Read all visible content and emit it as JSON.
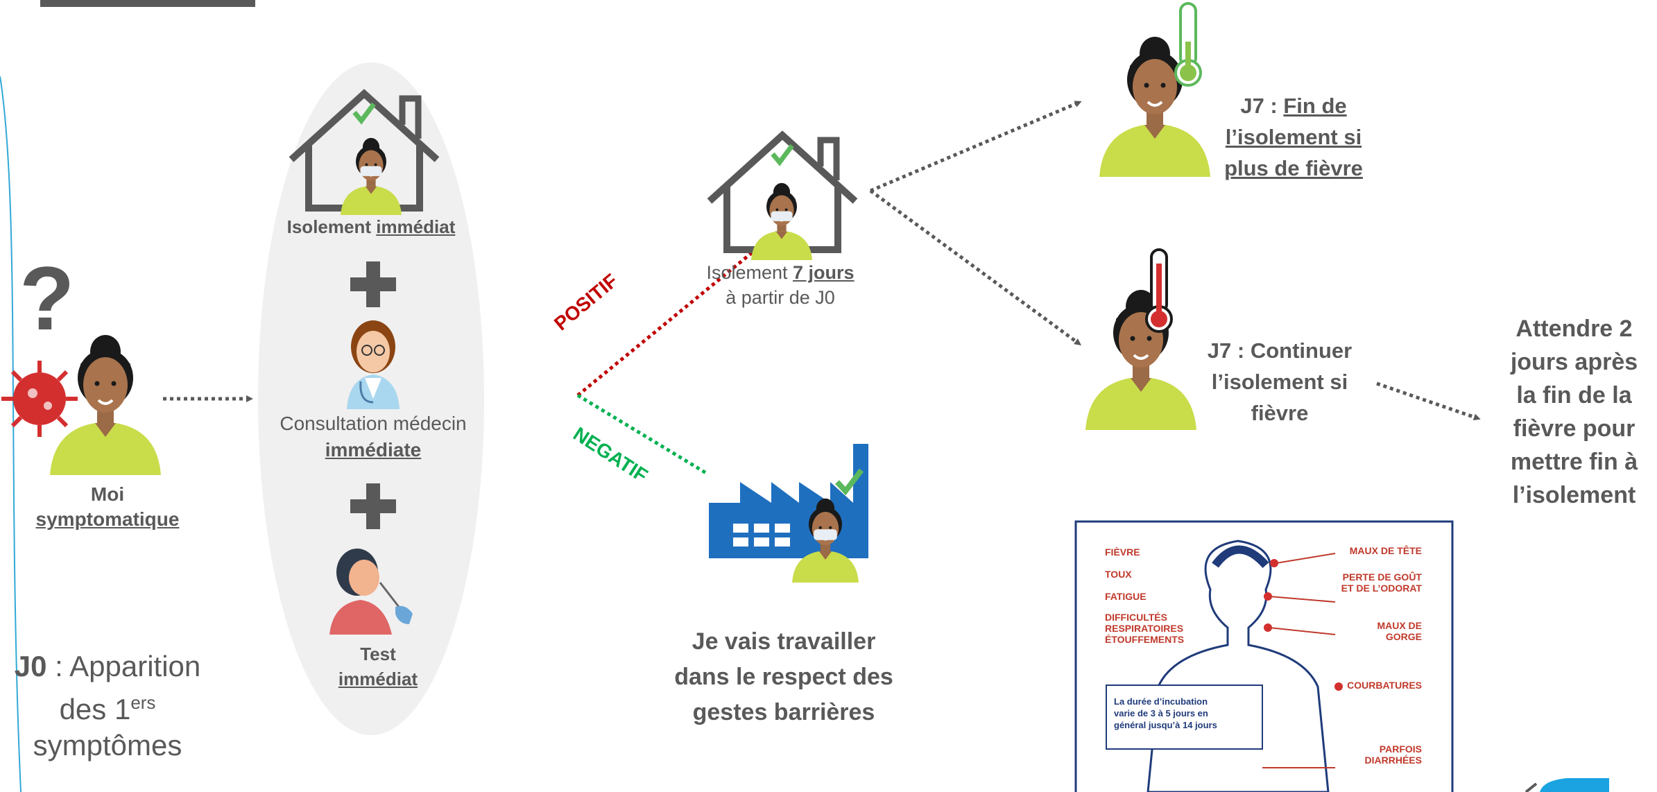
{
  "colors": {
    "gray": "#595959",
    "oval": "#f0f0f0",
    "yellow": "#c9dc4a",
    "positive": "#c00000",
    "negative": "#00b050",
    "virus": "#d32f2f",
    "blue": "#1f6fbf",
    "check": "#5cb85c"
  },
  "person_me": {
    "label_bold": "Moi",
    "label_under": "symptomatique"
  },
  "j0": {
    "bold": "J0",
    "text": " : Apparition",
    "line2": "des 1",
    "sup": "ers",
    "line3": "symptômes"
  },
  "steps": {
    "isolement": {
      "text": "Isolement ",
      "under": "immédiat"
    },
    "consultation": {
      "line1": "Consultation médecin",
      "under": "immédiate"
    },
    "test": {
      "line1": "Test",
      "under": "immédiat"
    }
  },
  "branches": {
    "positive": "POSITIF",
    "negative": "NEGATIF"
  },
  "isolation7": {
    "line1a": "Isolement ",
    "line1b": "7 jours",
    "line2": "à partir de J0"
  },
  "work": {
    "line1": "Je vais travailler",
    "line2": "dans le respect des",
    "line3": "gestes barrières"
  },
  "j7_end": {
    "bold": "J7",
    "sep": " : ",
    "l1": "Fin de",
    "l2": "l’isolement si",
    "l3": "plus de fièvre"
  },
  "j7_continue": {
    "bold": "J7",
    "l1": " : Continuer",
    "l2": "l’isolement si",
    "l3": "fièvre"
  },
  "wait": {
    "l1": "Attendre 2",
    "l2": "jours après",
    "l3": "la fin de la",
    "l4": "fièvre pour",
    "l5": "mettre fin à",
    "l6": "l’isolement"
  },
  "symptoms": {
    "left": [
      "FIÈVRE",
      "TOUX",
      "FATIGUE",
      "DIFFICULTÉS",
      "RESPIRATOIRES",
      "ÉTOUFFEMENTS"
    ],
    "right": [
      "MAUX DE TÊTE",
      "PERTE DE GOÛT",
      "ET DE L’ODORAT",
      "MAUX DE GORGE",
      "COURBATURES",
      "PARFOIS",
      "DIARRHÉES"
    ],
    "incubation": [
      "La durée d’incubation",
      "varie de 3 à 5 jours en",
      "général jusqu’à 14 jours"
    ]
  }
}
